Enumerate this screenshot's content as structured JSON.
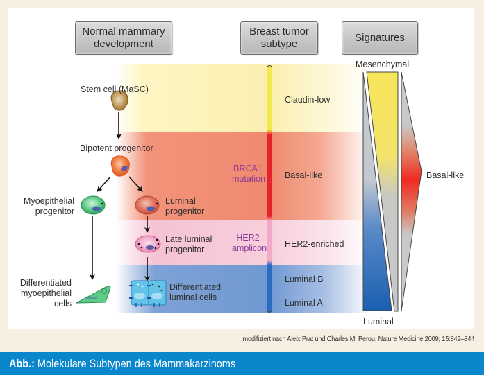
{
  "headers": {
    "normal_development": [
      "Normal mammary",
      "development"
    ],
    "tumor_subtype": [
      "Breast tumor",
      "subtype"
    ],
    "signatures": "Signatures"
  },
  "cells": {
    "stem_cell": "Stem cell (MaSC)",
    "bipotent": "Bipotent progenitor",
    "myoepithelial_progenitor": [
      "Myoepithelial",
      "progenitor"
    ],
    "luminal_progenitor": [
      "Luminal",
      "progenitor"
    ],
    "late_luminal_progenitor": [
      "Late luminal",
      "progenitor"
    ],
    "diff_myoepithelial": [
      "Differentiated",
      "myoepithelial",
      "cells"
    ],
    "diff_luminal": [
      "Differentiated",
      "luminal cells"
    ]
  },
  "annotations": {
    "brca1": [
      "BRCA1",
      "mutation"
    ],
    "her2": [
      "HER2",
      "amplicon"
    ]
  },
  "subtypes": [
    "Claudin-low",
    "Basal-like",
    "HER2-enriched",
    "Luminal B",
    "Luminal A"
  ],
  "signatures": {
    "top": "Mesenchymal",
    "middle": "Basal-like",
    "bottom": "Luminal"
  },
  "colors": {
    "claudin_low": "#f4e84e",
    "basal_like": "#e6232b",
    "her2": "#f2a9c5",
    "luminal": "#2c6cc0",
    "caption_bar": "#0a86cd",
    "annotation": "#8b3a9a"
  },
  "credit": "modifiziert nach Aleix Prat und Charles M. Perou, Nature Medicine 2009; 15:842–844",
  "caption": {
    "prefix": "Abb.:",
    "text": " Molekulare Subtypen des Mammakarzinoms"
  }
}
